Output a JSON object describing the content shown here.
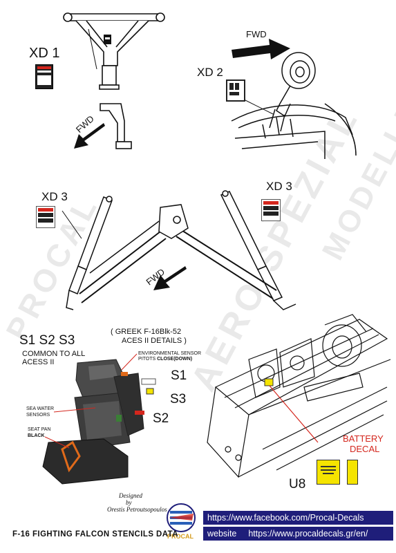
{
  "watermark": {
    "left_text": "PROCAL",
    "center_text": "AERO SPEZIAL",
    "right_text": "MODELLBAU"
  },
  "sections": {
    "xd1": {
      "label": "XD 1",
      "fwd": "FWD"
    },
    "xd2": {
      "label": "XD 2",
      "fwd": "FWD"
    },
    "xd3_left": {
      "label": "XD 3"
    },
    "xd3_right": {
      "label": "XD 3"
    },
    "xd3_fwd": "FWD"
  },
  "seat": {
    "header_s": "S1 S2 S3",
    "common": "COMMON TO ALL ACESS II",
    "greek_title": "( GREEK  F-16Blk-52",
    "greek_sub": "ACES II DETAILS )",
    "env_line1": "ENVIRONMENTAL SENSOR",
    "env_line2_prefix": "PITOTS ",
    "env_line2_bold": "CLOSE(DOWN)",
    "s1": "S1",
    "s3": "S3",
    "s2": "S2",
    "sea_water_line1": "SEA WATER",
    "sea_water_line2": "SENSORS",
    "seat_pan_line1": "SEAT PAN",
    "seat_pan_line2": "BLACK"
  },
  "battery": {
    "line1": "BATTERY",
    "line2": "DECAL",
    "code": "U8"
  },
  "credits": {
    "designed": "Designed",
    "by": "by",
    "designer": "Orestis Petroutsopoulos"
  },
  "footer": {
    "title": "F-16 FIGHTING FALCON STENCILS DATA",
    "facebook": "https://www.facebook.com/Procal-Decals",
    "website_label": "website",
    "website_url": "https://www.procaldecals.gr/en/",
    "logo_text": "PROCAL"
  },
  "colors": {
    "accent_red": "#d4261d",
    "footer_blue": "#1f1e7a",
    "decal_yellow": "#f5e400"
  }
}
